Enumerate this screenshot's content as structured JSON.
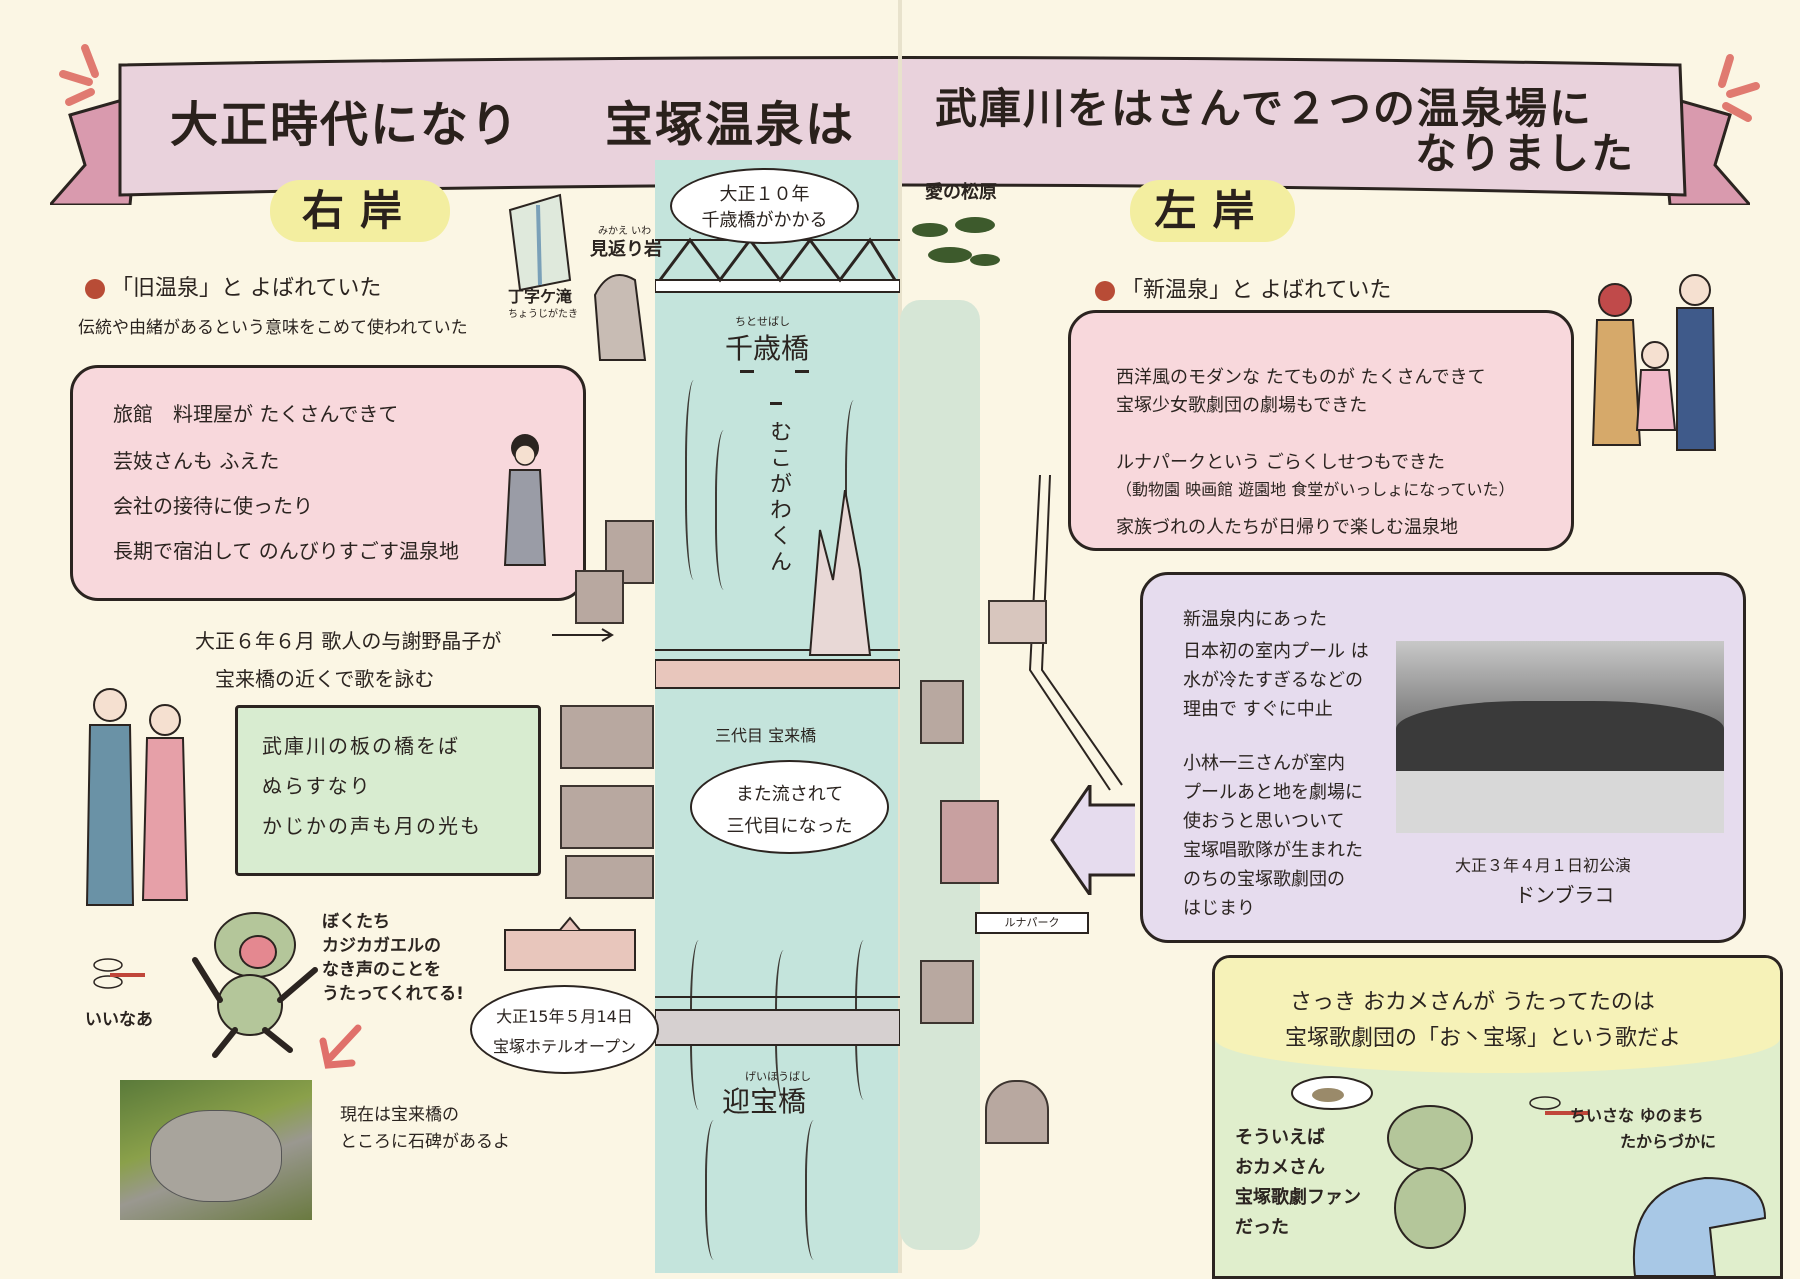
{
  "banner": {
    "title_left_1": "大正時代になり",
    "title_left_2": "宝塚温泉は",
    "title_right_1": "武庫川をはさんで２つの温泉場に",
    "title_right_2": "なりました"
  },
  "right_bank": {
    "header": "右岸",
    "called": "「旧温泉」と よばれていた",
    "called_note": "伝統や由緒があるという意味をこめて使われていた",
    "box_lines": [
      "旅館　料理屋が たくさんできて",
      "芸妓さんも ふえた",
      "会社の接待に使ったり",
      "長期で宿泊して のんびりすごす温泉地"
    ],
    "akiko_1": "大正６年６月 歌人の与謝野晶子が",
    "akiko_2": "宝来橋の近くで歌を詠む",
    "poem": [
      "武庫川の板の橋をば",
      "ぬらすなり",
      "かじかの声も月の光も"
    ],
    "frog_talk": [
      "ぼくたち",
      "カジカガエルの",
      "なき声のことを",
      "うたってくれてる!"
    ],
    "dragonfly": "いいなあ",
    "monument": [
      "現在は宝来橋の",
      "ところに石碑があるよ"
    ],
    "waterfall": "丁字ケ滝",
    "waterfall_reading": "ちょうじがたき",
    "rock": "見返り岩",
    "rock_reading": "みかえ いわ"
  },
  "river": {
    "bubble_top_1": "大正１０年",
    "bubble_top_2": "千歳橋がかかる",
    "chitose": "千歳橋",
    "chitose_reading": "ちとせばし",
    "mukogawa": "むこがわくん",
    "horai": "三代目 宝来橋",
    "bubble_mid_1": "また流されて",
    "bubble_mid_2": "三代目になった",
    "hotel_1": "大正15年５月14日",
    "hotel_2": "宝塚ホテルオープン",
    "geiho": "迎宝橋",
    "geiho_reading": "げいほうばし"
  },
  "left_bank": {
    "header": "左岸",
    "pines": "愛の松原",
    "called": "「新温泉」と よばれていた",
    "box_lines": [
      "西洋風のモダンな たてものが たくさんできて",
      "宝塚少女歌劇団の劇場もできた",
      "ルナパークという ごらくしせつもできた",
      "（動物園 映画館 遊園地 食堂がいっしょになっていた）",
      "家族づれの人たちが日帰りで楽しむ温泉地"
    ],
    "pool_lines": [
      "新温泉内にあった",
      "日本初の室内プール は",
      "水が冷たすぎるなどの",
      "理由で すぐに中止",
      "小林一三さんが室内",
      "プールあと地を劇場に",
      "使おうと思いついて",
      "宝塚唱歌隊が生まれた",
      "のちの宝塚歌劇団の",
      "はじまり"
    ],
    "photo_caption_1": "大正３年４月１日初公演",
    "photo_caption_2": "ドンブラコ",
    "sign": "ルナパーク"
  },
  "bottom_right": {
    "line1": "さっき おカメさんが うたってたのは",
    "line2": "宝塚歌劇団の「お丶宝塚」という歌だよ",
    "frog_talk": [
      "そういえば",
      "おカメさん",
      "宝塚歌劇ファン",
      "だった"
    ],
    "river_talk": [
      "ちいさな ゆのまち",
      "たからづかに"
    ]
  },
  "colors": {
    "paper": "#fbf6e4",
    "banner": "#e9d2dc",
    "ribbon": "#d99aae",
    "river": "#c4e4dc",
    "pink_box": "#f8d8dc",
    "green_box": "#d8ecd0",
    "lilac_box": "#e6dcee",
    "yellow_box": "#f6f2b8",
    "header_yellow": "#f3eea0"
  }
}
